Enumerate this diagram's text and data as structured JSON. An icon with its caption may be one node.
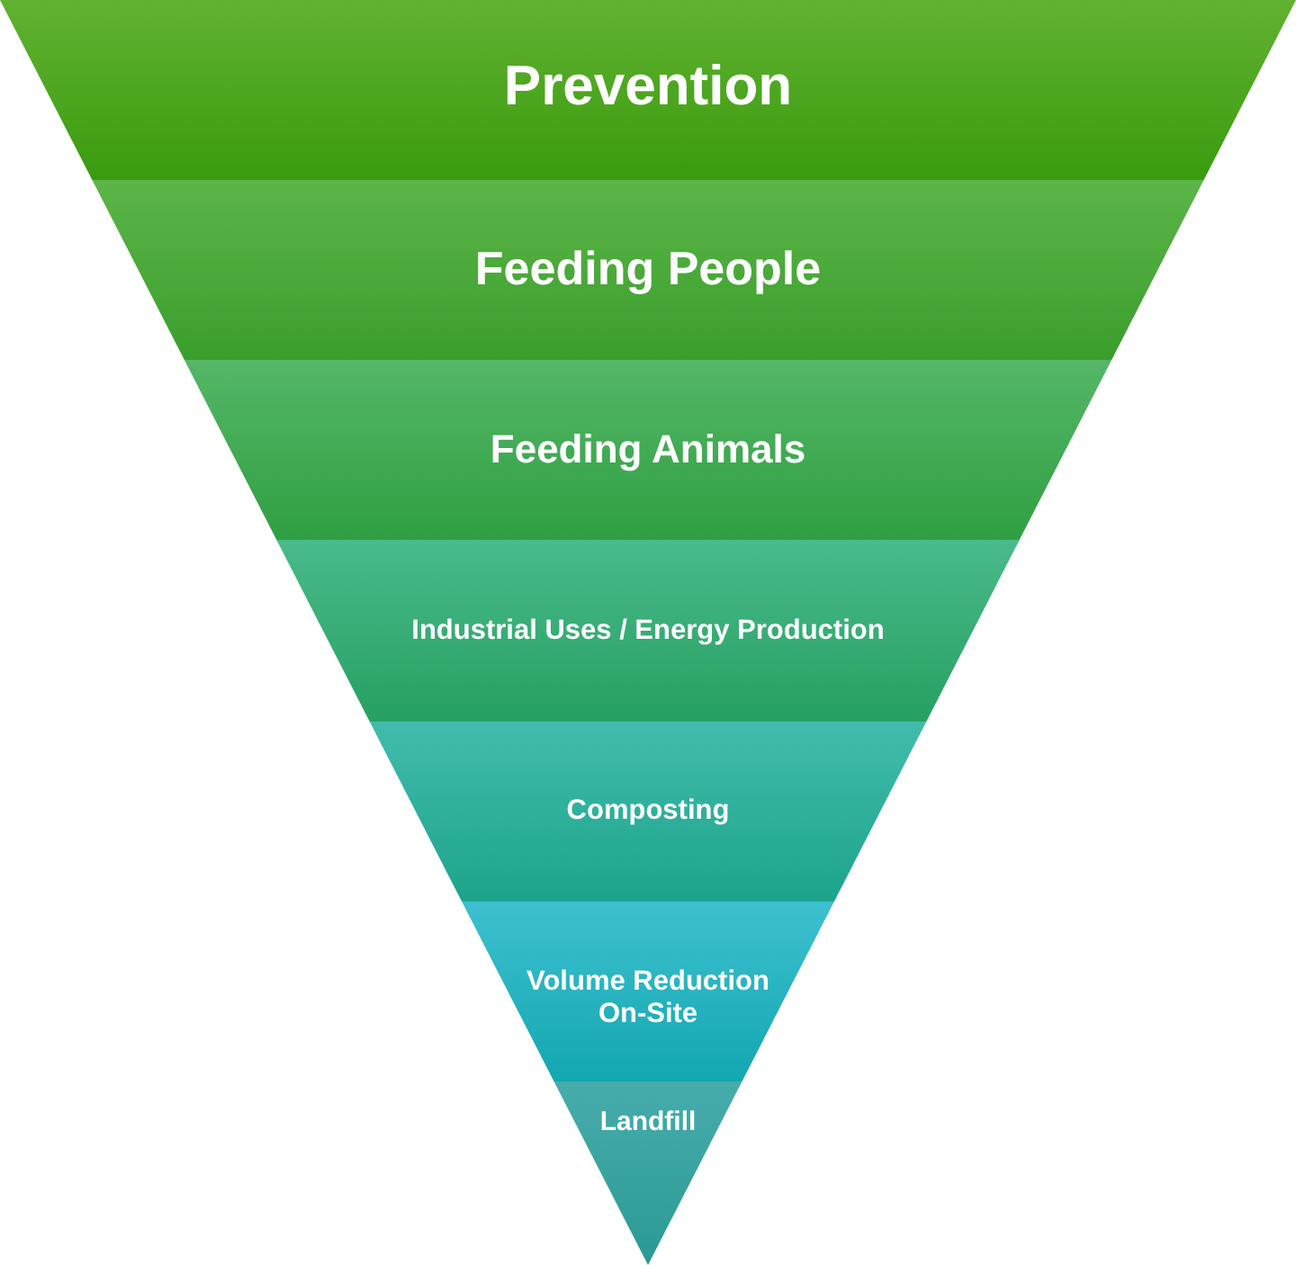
{
  "diagram": {
    "nodes": [
      {
        "text": [
          "Prevention"
        ]
      },
      {
        "text": [
          "Feeding People"
        ]
      },
      {
        "text": [
          "Feeding Animals"
        ]
      },
      {
        "text": [
          "Industrial Uses / Energy Production"
        ]
      },
      {
        "text": [
          "Composting"
        ]
      },
      {
        "text": [
          "Volume Reduction On-Site"
        ]
      },
      {
        "text": [
          "Landfill"
        ]
      }
    ]
  }
}
